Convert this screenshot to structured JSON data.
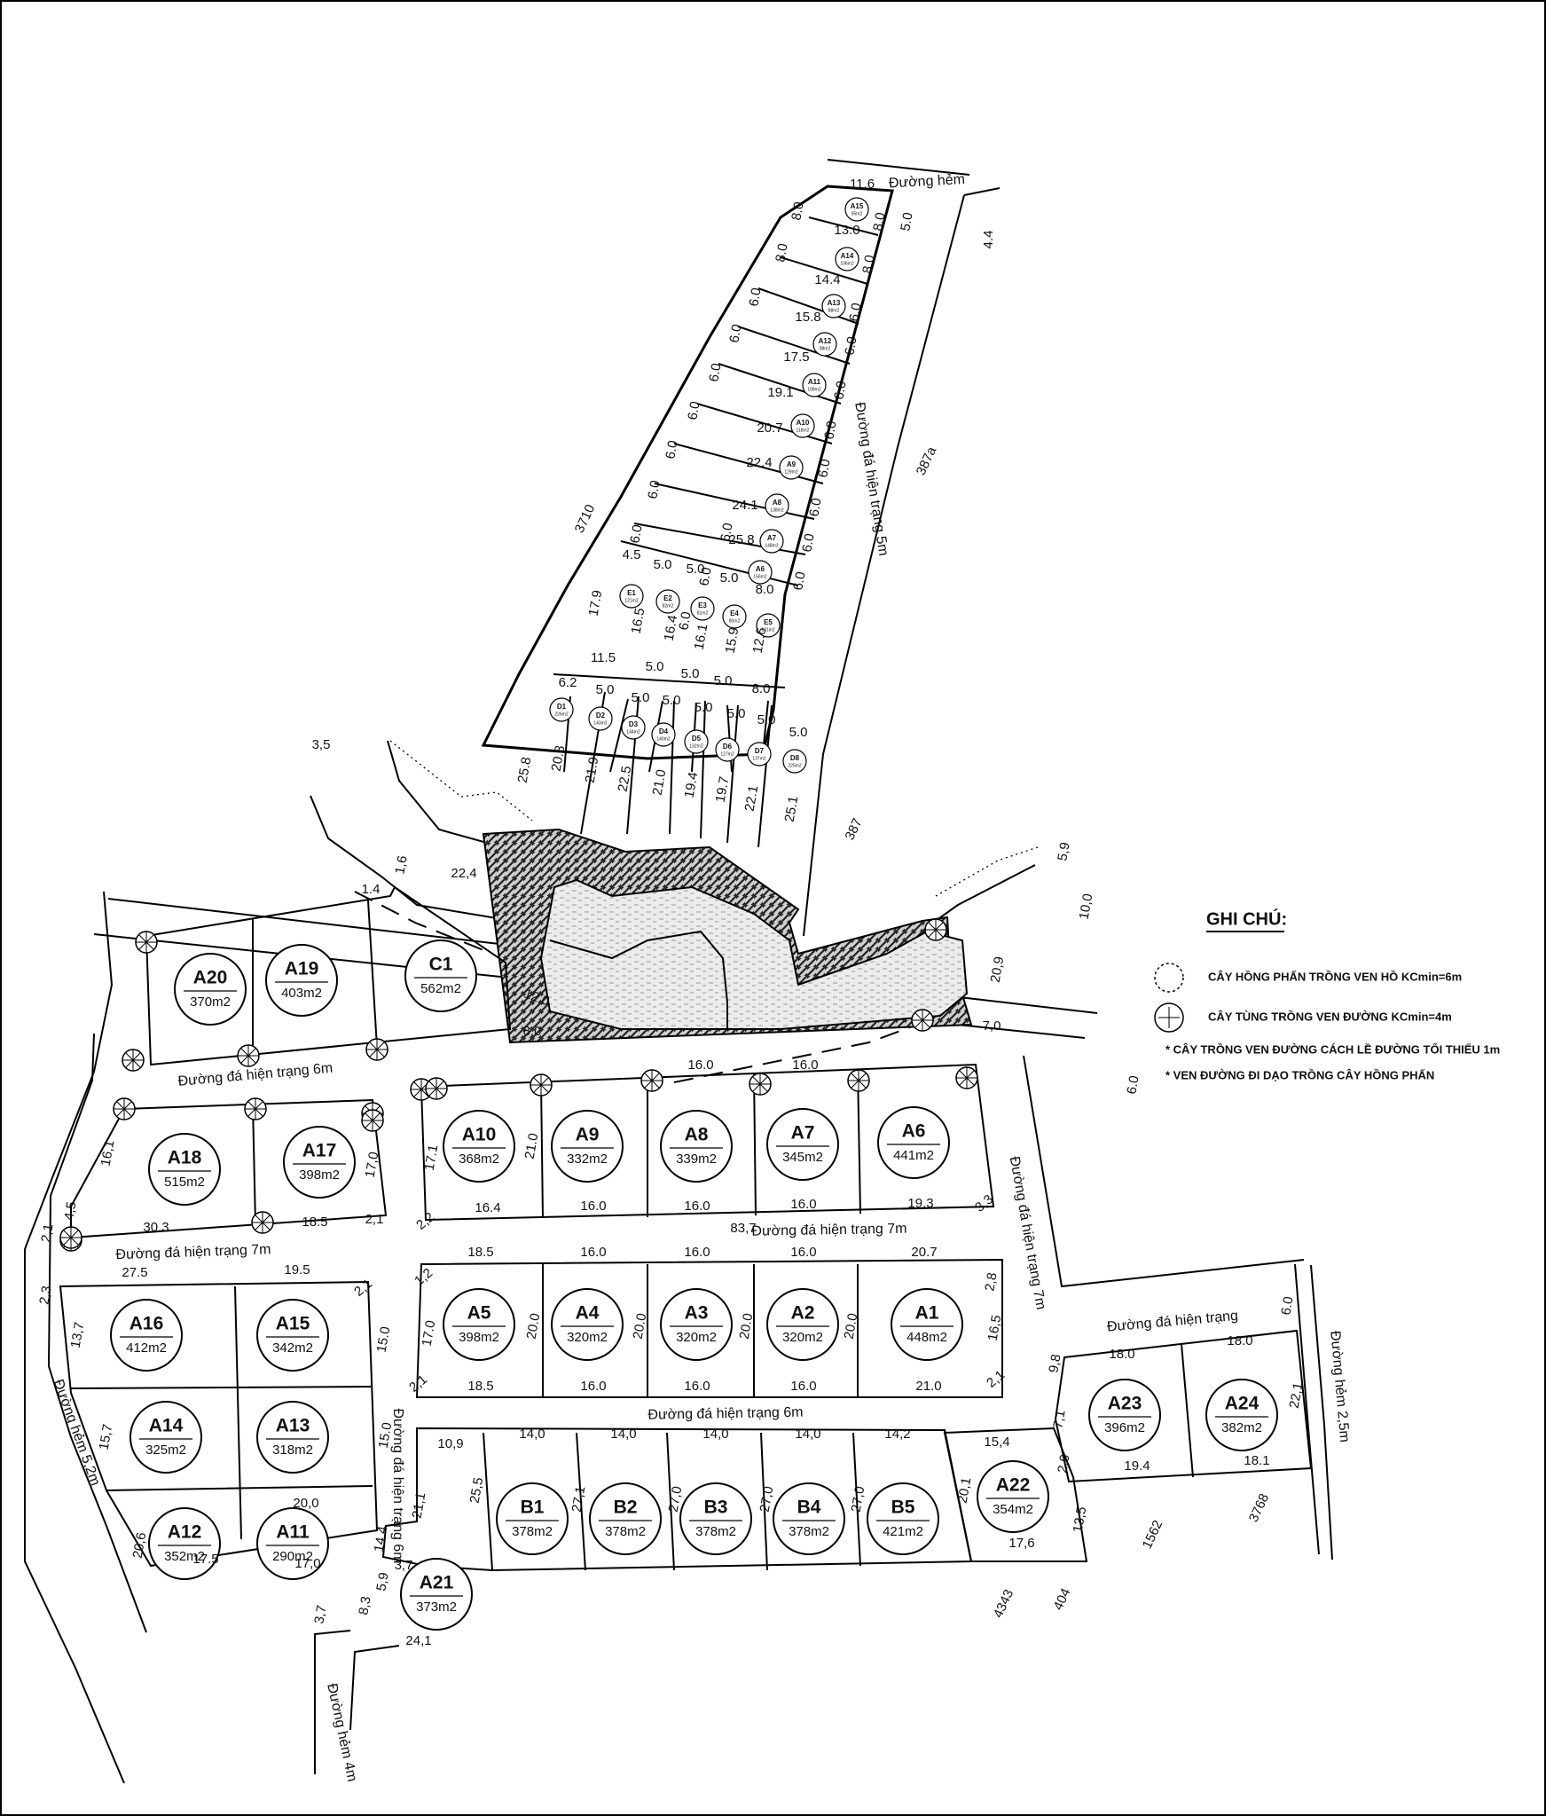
{
  "legend": {
    "title": "GHI CHÚ:",
    "items": [
      "CÂY HỒNG PHẤN TRỒNG VEN HỒ KCmin=6m",
      "CÂY TÙNG TRỒNG VEN ĐƯỜNG KCmin=4m"
    ],
    "notes": [
      "* CÂY TRỒNG VEN ĐƯỜNG CÁCH LỀ ĐƯỜNG TỐI THIỂU 1m",
      "* VEN ĐƯỜNG ĐI DẠO TRỒNG CÂY HỒNG PHẤN"
    ]
  },
  "roads": {
    "alley_top": "Đường hẻm",
    "existing_5m": "Đường đá hiện trạng 5m",
    "existing_6m_upper": "Đường đá hiện trạng 6m",
    "existing_7m_center": "Đường đá hiện trạng  7m",
    "existing_7m_left": "Đường đá hiện trạng  7m",
    "existing_7m_right": "Đường đá hiện trạng 7m",
    "existing_6m_lower": "Đường đá hiện trạng  6m",
    "existing_6m_vertical": "Đường đá hiện trạng  6m",
    "existing_right": "Đường đá hiện trạng",
    "alley_5_2": "Đường hẻm 5,2m",
    "alley_4": "Đường hẻm 4m",
    "alley_2_5": "Đường hẻm 2,5m"
  },
  "parcels": [
    "3710",
    "387a",
    "387",
    "4343",
    "404",
    "1562",
    "3768"
  ],
  "lots": [
    {
      "name": "A20",
      "area": "370m2"
    },
    {
      "name": "A19",
      "area": "403m2"
    },
    {
      "name": "C1",
      "area": "562m2"
    },
    {
      "name": "A18",
      "area": "515m2"
    },
    {
      "name": "A17",
      "area": "398m2"
    },
    {
      "name": "A10",
      "area": "368m2"
    },
    {
      "name": "A9",
      "area": "332m2"
    },
    {
      "name": "A8",
      "area": "339m2"
    },
    {
      "name": "A7",
      "area": "345m2"
    },
    {
      "name": "A6",
      "area": "441m2"
    },
    {
      "name": "A5",
      "area": "398m2"
    },
    {
      "name": "A4",
      "area": "320m2"
    },
    {
      "name": "A3",
      "area": "320m2"
    },
    {
      "name": "A2",
      "area": "320m2"
    },
    {
      "name": "A1",
      "area": "448m2"
    },
    {
      "name": "A16",
      "area": "412m2"
    },
    {
      "name": "A15",
      "area": "342m2"
    },
    {
      "name": "A14",
      "area": "325m2"
    },
    {
      "name": "A13",
      "area": "318m2"
    },
    {
      "name": "A12",
      "area": "352m2"
    },
    {
      "name": "A11",
      "area": "290m2"
    },
    {
      "name": "A21",
      "area": "373m2"
    },
    {
      "name": "B1",
      "area": "378m2"
    },
    {
      "name": "B2",
      "area": "378m2"
    },
    {
      "name": "B3",
      "area": "378m2"
    },
    {
      "name": "B4",
      "area": "378m2"
    },
    {
      "name": "B5",
      "area": "421m2"
    },
    {
      "name": "A22",
      "area": "354m2"
    },
    {
      "name": "A23",
      "area": "396m2"
    },
    {
      "name": "A24",
      "area": "382m2"
    }
  ],
  "small_lots": [
    {
      "name": "A15",
      "area": "95m2"
    },
    {
      "name": "A14",
      "area": "106m2"
    },
    {
      "name": "A13",
      "area": "88m2"
    },
    {
      "name": "A12",
      "area": "98m2"
    },
    {
      "name": "A11",
      "area": "108m2"
    },
    {
      "name": "A10",
      "area": "118m2"
    },
    {
      "name": "A9",
      "area": "129m2"
    },
    {
      "name": "A8",
      "area": "138m2"
    },
    {
      "name": "A7",
      "area": "148m2"
    },
    {
      "name": "A6",
      "area": "156m2"
    },
    {
      "name": "E1",
      "area": "121m2"
    },
    {
      "name": "E2",
      "area": "82m2"
    },
    {
      "name": "E3",
      "area": "81m2"
    },
    {
      "name": "E4",
      "area": "80m2"
    },
    {
      "name": "E5",
      "area": "101m2"
    },
    {
      "name": "D1",
      "area": "226m2"
    },
    {
      "name": "D2",
      "area": "143m2"
    },
    {
      "name": "D3",
      "area": "144m2"
    },
    {
      "name": "D4",
      "area": "140m2"
    },
    {
      "name": "D5",
      "area": "132m2"
    },
    {
      "name": "D6",
      "area": "127m2"
    },
    {
      "name": "D7",
      "area": "137m2"
    },
    {
      "name": "D8",
      "area": "225m2"
    }
  ],
  "dimensions": [
    "11.6",
    "13.0",
    "14.4",
    "15.8",
    "17.5",
    "19.1",
    "20.7",
    "22.4",
    "24.1",
    "25.8",
    "8.0",
    "8.0",
    "8.0",
    "8.0",
    "6.0",
    "6.0",
    "6.0",
    "6.0",
    "6.0",
    "6.0",
    "6.0",
    "6.0",
    "6.0",
    "6.0",
    "6.0",
    "6.0",
    "6.0",
    "6.0",
    "6.0",
    "6.0",
    "6.0",
    "6.0",
    "5.0",
    "4.4",
    "4.5",
    "5.0",
    "5.0",
    "5.0",
    "8.0",
    "17.9",
    "16.5",
    "16.4",
    "16.1",
    "15.9",
    "12.6",
    "11.5",
    "5.0",
    "5.0",
    "5.0",
    "8.0",
    "6.2",
    "5.0",
    "5.0",
    "5.0",
    "5.0",
    "5.0",
    "5.0",
    "5.0",
    "25.8",
    "20.8",
    "21.9",
    "22.5",
    "21.0",
    "19.4",
    "19.7",
    "22.1",
    "25.1",
    "3,5",
    "1,6",
    "22,4",
    "1.4",
    "5,9",
    "10,0",
    "20,9",
    "7,0",
    "12,0",
    "8,0",
    "16.0",
    "16.0",
    "6.0",
    "16,1",
    "17,0",
    "21.0",
    "17.1",
    "2,1",
    "4,5",
    "30.3",
    "18.5",
    "2,1",
    "16.4",
    "16.0",
    "16.0",
    "16.0",
    "19.3",
    "83,7",
    "2,2",
    "3,3",
    "18.5",
    "16.0",
    "16.0",
    "16.0",
    "20.7",
    "27.5",
    "19.5",
    "2,3",
    "13,7",
    "15,7",
    "20,6",
    "2,1",
    "15.0",
    "15.0",
    "14.4",
    "1,2",
    "17.0",
    "20.0",
    "20.0",
    "20.0",
    "20.0",
    "16,5",
    "2,8",
    "2,1",
    "18.5",
    "16.0",
    "16.0",
    "16.0",
    "21.0",
    "2,1",
    "20,0",
    "17.5",
    "17,0",
    "10,9",
    "14,0",
    "14,0",
    "14,0",
    "14,0",
    "14,2",
    "15,4",
    "25,5",
    "27,1",
    "27,0",
    "27,0",
    "27,0",
    "20,1",
    "21,1",
    "3,7",
    "5,9",
    "8,3",
    "3,7",
    "24,1",
    "13,5",
    "17,6",
    "9,8",
    "7,1",
    "2,0",
    "18.0",
    "18.0",
    "6.0",
    "22,1",
    "19.4",
    "18.1"
  ]
}
